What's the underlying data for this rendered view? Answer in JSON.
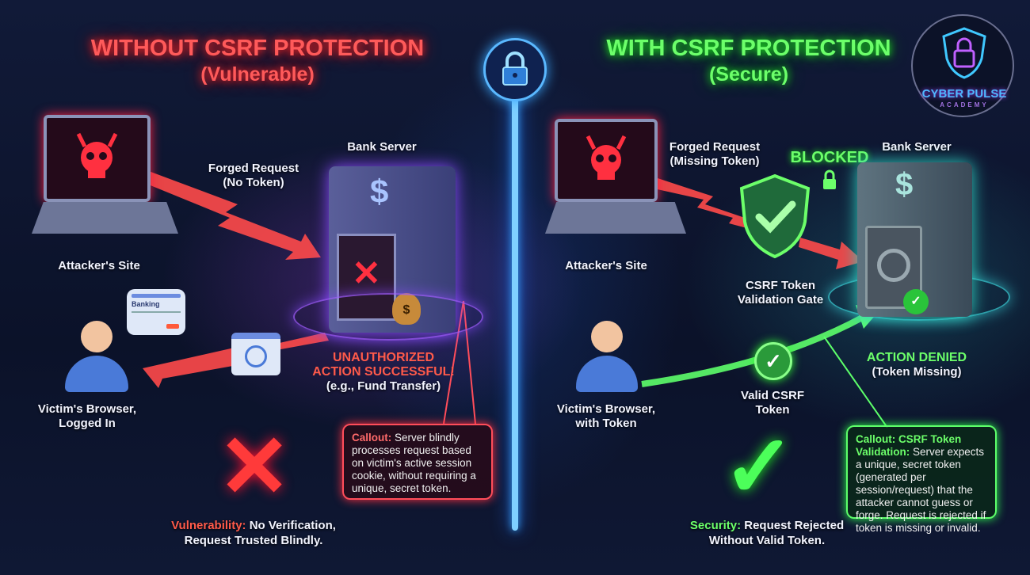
{
  "left": {
    "title": "WITHOUT CSRF PROTECTION",
    "subtitle": "(Vulnerable)",
    "attacker_label": "Attacker's Site",
    "forged_request": [
      "Forged Request",
      "(No Token)"
    ],
    "server_label": "Bank Server",
    "banking_popup": "Banking",
    "victim_label": [
      "Victim's Browser,",
      "Logged In"
    ],
    "result": [
      "UNAUTHORIZED",
      "ACTION SUCCESSFUL!",
      "(e.g., Fund Transfer)"
    ],
    "callout": {
      "heading": "Callout:",
      "text": " Server blindly processes request based on victim's active session cookie, without requiring a unique, secret token."
    },
    "summary": {
      "heading": "Vulnerability:",
      "line1": " No Verification,",
      "line2": "Request Trusted Blindly."
    }
  },
  "right": {
    "title": "WITH CSRF PROTECTION",
    "subtitle": "(Secure)",
    "attacker_label": "Attacker's Site",
    "forged_request": [
      "Forged Request",
      "(Missing Token)"
    ],
    "blocked": "BLOCKED",
    "gate_label": [
      "CSRF Token",
      "Validation Gate"
    ],
    "server_label": "Bank Server",
    "result": [
      "ACTION DENIED",
      "(Token Missing)"
    ],
    "victim_label": [
      "Victim's Browser,",
      "with Token"
    ],
    "token_label": [
      "Valid CSRF",
      "Token"
    ],
    "callout": {
      "heading": "Callout: CSRF Token Validation:",
      "text": " Server expects a unique, secret token (generated per session/request) that the attacker cannot guess or forge. Request is rejected if token is missing or invalid."
    },
    "summary": {
      "heading": "Security:",
      "line1": " Request Rejected",
      "line2": "Without Valid Token."
    }
  },
  "logo": {
    "name": "CYBER PULSE",
    "sub": "ACADEMY"
  },
  "colors": {
    "danger": "#ff4d5a",
    "safe": "#5dff6a",
    "divider": "#3aa8ff"
  }
}
